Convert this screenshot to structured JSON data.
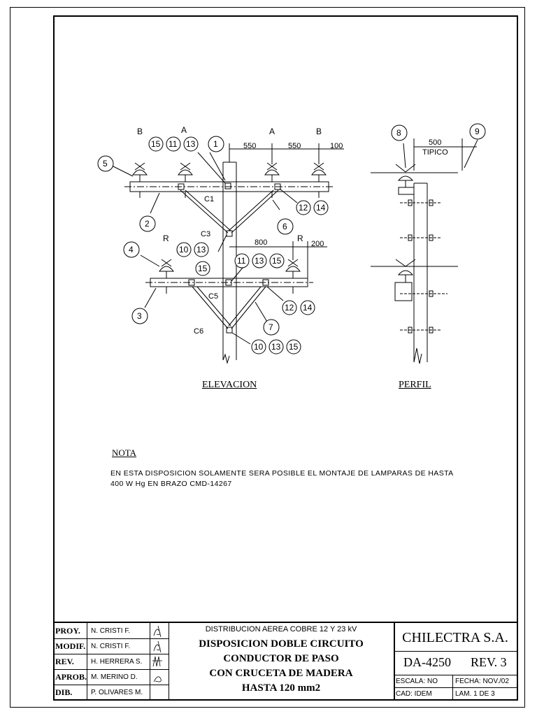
{
  "views": {
    "elevation_title": "ELEVACION",
    "profile_title": "PERFIL"
  },
  "labels": {
    "phase_b_left": "B",
    "phase_a_left": "A",
    "phase_a_right": "A",
    "phase_b_right": "B",
    "phase_r_left": "R",
    "phase_r_right": "R",
    "dim_550_a": "550",
    "dim_550_b": "550",
    "dim_100": "100",
    "dim_800": "800",
    "dim_200": "200",
    "dim_500": "500",
    "tipico": "TIPICO",
    "c1": "C1",
    "c3": "C3",
    "c5": "C5",
    "c6": "C6"
  },
  "callouts": {
    "n1": "1",
    "n2": "2",
    "n3": "3",
    "n4": "4",
    "n5": "5",
    "n6": "6",
    "n7": "7",
    "n8": "8",
    "n9": "9",
    "n15a": "15",
    "n11a": "11",
    "n13a": "13",
    "n12a": "12",
    "n14a": "14",
    "n10a": "10",
    "n13b": "13",
    "n15b": "15",
    "n11b": "11",
    "n13c": "13",
    "n15c": "15",
    "n12b": "12",
    "n14b": "14",
    "n10b": "10",
    "n13d": "13",
    "n15d": "15"
  },
  "note": {
    "heading": "NOTA",
    "line1": "EN ESTA DISPOSICION SOLAMENTE SERA POSIBLE EL MONTAJE DE LAMPARAS DE HASTA",
    "line2": "400 W Hg EN BRAZO CMD-14267"
  },
  "title_block": {
    "rows": [
      {
        "role": "PROY.",
        "name": "N. CRISTI F."
      },
      {
        "role": "MODIF.",
        "name": "N. CRISTI F."
      },
      {
        "role": "REV.",
        "name": "H. HERRERA S."
      },
      {
        "role": "APROB.",
        "name": "M. MERINO D."
      },
      {
        "role": "DIB.",
        "name": "P. OLIVARES M."
      }
    ],
    "subtitle": "DISTRIBUCION AEREA COBRE 12 Y 23 kV",
    "title1": "DISPOSICION DOBLE CIRCUITO",
    "title2": "CONDUCTOR DE PASO",
    "title3": "CON CRUCETA DE MADERA",
    "title4": "HASTA 120 mm2",
    "company": "CHILECTRA S.A.",
    "drawing_no": "DA-4250",
    "revision": "REV. 3",
    "escala": "ESCALA:  NO",
    "fecha": "FECHA: NOV./02",
    "cad": "CAD:  IDEM",
    "lam": "LAM. 1 DE 3"
  }
}
